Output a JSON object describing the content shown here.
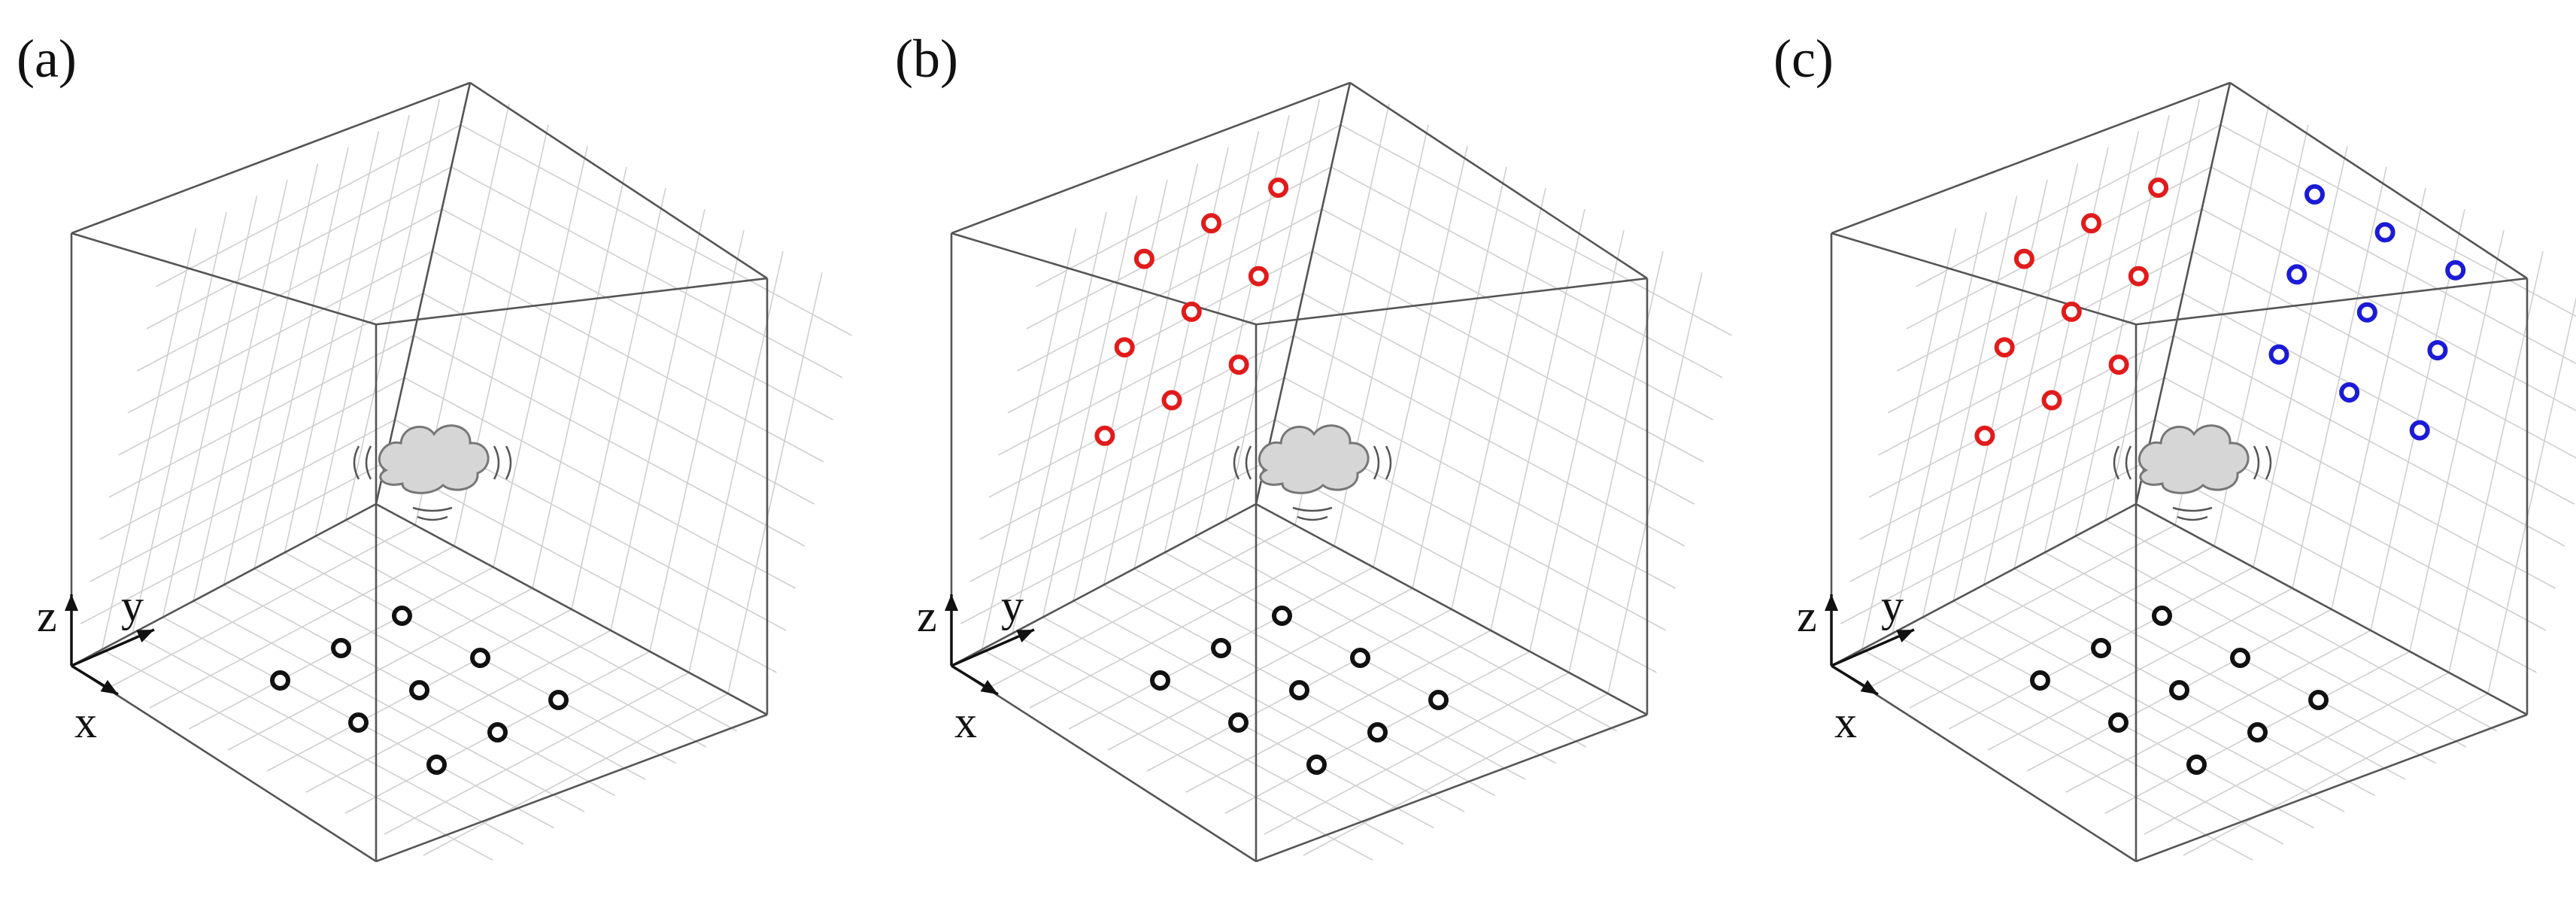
{
  "panels": [
    {
      "label": "(a)",
      "axes": {
        "x": "x",
        "y": "y",
        "z": "z"
      },
      "arrays": [
        {
          "plane": "floor",
          "color": "#111111",
          "points": [
            [
              0,
              0
            ],
            [
              0,
              1
            ],
            [
              0,
              2
            ],
            [
              1,
              0
            ],
            [
              1,
              1
            ],
            [
              1,
              2
            ],
            [
              2,
              0
            ],
            [
              2,
              1
            ],
            [
              2,
              2
            ]
          ]
        }
      ]
    },
    {
      "label": "(b)",
      "axes": {
        "x": "x",
        "y": "y",
        "z": "z"
      },
      "arrays": [
        {
          "plane": "floor",
          "color": "#111111",
          "points": [
            [
              0,
              0
            ],
            [
              0,
              1
            ],
            [
              0,
              2
            ],
            [
              1,
              0
            ],
            [
              1,
              1
            ],
            [
              1,
              2
            ],
            [
              2,
              0
            ],
            [
              2,
              1
            ],
            [
              2,
              2
            ]
          ]
        },
        {
          "plane": "left-wall",
          "color": "#e11b1b",
          "points": [
            [
              0,
              0
            ],
            [
              0,
              1
            ],
            [
              0,
              2
            ],
            [
              1,
              0
            ],
            [
              1,
              1
            ],
            [
              1,
              2
            ],
            [
              2,
              0
            ],
            [
              2,
              1
            ],
            [
              2,
              2
            ]
          ]
        }
      ]
    },
    {
      "label": "(c)",
      "axes": {
        "x": "x",
        "y": "y",
        "z": "z"
      },
      "arrays": [
        {
          "plane": "floor",
          "color": "#111111",
          "points": [
            [
              0,
              0
            ],
            [
              0,
              1
            ],
            [
              0,
              2
            ],
            [
              1,
              0
            ],
            [
              1,
              1
            ],
            [
              1,
              2
            ],
            [
              2,
              0
            ],
            [
              2,
              1
            ],
            [
              2,
              2
            ]
          ]
        },
        {
          "plane": "left-wall",
          "color": "#e11b1b",
          "points": [
            [
              0,
              0
            ],
            [
              0,
              1
            ],
            [
              0,
              2
            ],
            [
              1,
              0
            ],
            [
              1,
              1
            ],
            [
              1,
              2
            ],
            [
              2,
              0
            ],
            [
              2,
              1
            ],
            [
              2,
              2
            ]
          ]
        },
        {
          "plane": "right-wall",
          "color": "#1b1bd6",
          "points": [
            [
              0,
              0
            ],
            [
              0,
              1
            ],
            [
              0,
              2
            ],
            [
              1,
              0
            ],
            [
              1,
              1
            ],
            [
              1,
              2
            ],
            [
              2,
              0
            ],
            [
              2,
              1
            ],
            [
              2,
              2
            ]
          ]
        }
      ]
    }
  ],
  "source_icon": "cloud-sound-source-icon",
  "colors": {
    "grid": "#cfcfcf",
    "edge": "#555555",
    "cloud_fill": "#d6d6d6",
    "cloud_stroke": "#777777"
  }
}
